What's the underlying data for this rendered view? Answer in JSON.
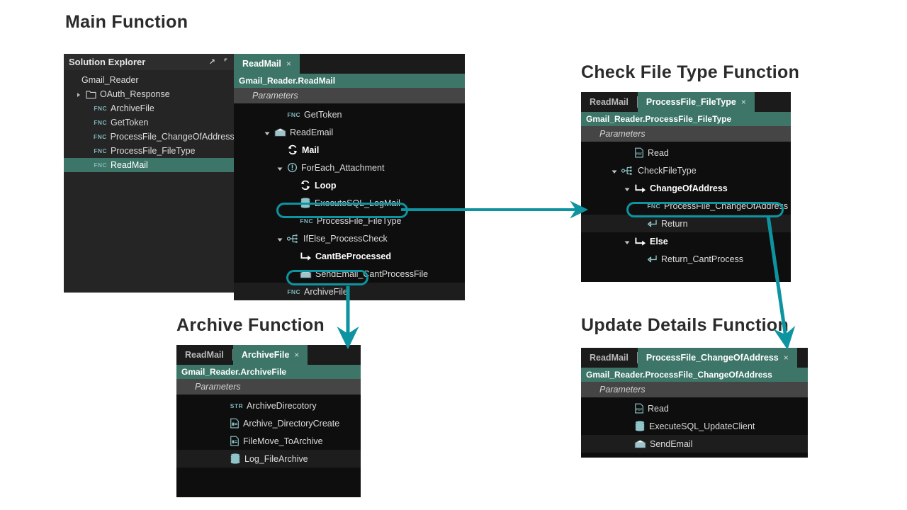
{
  "accent": "#0e94a0",
  "tab_active_color": "#3d7668",
  "sections": {
    "main": "Main Function",
    "check": "Check File Type Function",
    "archive": "Archive Function",
    "update": "Update Details Function"
  },
  "solution_explorer": {
    "title": "Solution Explorer",
    "icons": [
      "maximize-icon",
      "pin-icon"
    ],
    "items": [
      {
        "label": "Gmail_Reader",
        "icon": "project-icon",
        "indent": 0,
        "kind": "project",
        "selected": false,
        "caret": false
      },
      {
        "label": "OAuth_Response",
        "icon": "folder-icon",
        "indent": 1,
        "kind": "folder",
        "selected": false,
        "caret": true
      },
      {
        "label": "ArchiveFile",
        "icon": "fnc",
        "indent": 2,
        "kind": "function",
        "selected": false,
        "caret": false
      },
      {
        "label": "GetToken",
        "icon": "fnc",
        "indent": 2,
        "kind": "function",
        "selected": false,
        "caret": false
      },
      {
        "label": "ProcessFile_ChangeOfAddress",
        "icon": "fnc",
        "indent": 2,
        "kind": "function",
        "selected": false,
        "caret": false
      },
      {
        "label": "ProcessFile_FileType",
        "icon": "fnc",
        "indent": 2,
        "kind": "function",
        "selected": false,
        "caret": false
      },
      {
        "label": "ReadMail",
        "icon": "fnc",
        "indent": 2,
        "kind": "function",
        "selected": true,
        "caret": false
      }
    ]
  },
  "panels": {
    "readmail": {
      "tabs": [
        {
          "label": "ReadMail",
          "active": true,
          "closable": true
        }
      ],
      "breadcrumb": "Gmail_Reader.ReadMail",
      "params_label": "Parameters",
      "rows": [
        {
          "label": "GetToken",
          "icon": "fnc",
          "indent": 3,
          "caret": false,
          "bold": false,
          "alt": false
        },
        {
          "label": "ReadEmail",
          "icon": "mail-icon",
          "indent": 2,
          "caret": true,
          "bold": false,
          "alt": false
        },
        {
          "label": "Mail",
          "icon": "loop-icon",
          "indent": 3,
          "caret": false,
          "bold": true,
          "alt": false
        },
        {
          "label": "ForEach_Attachment",
          "icon": "foreach-icon",
          "indent": 3,
          "caret": true,
          "bold": false,
          "alt": false
        },
        {
          "label": "Loop",
          "icon": "loop-icon",
          "indent": 4,
          "caret": false,
          "bold": true,
          "alt": false
        },
        {
          "label": "ExecuteSQL_LogMail",
          "icon": "database-icon",
          "indent": 4,
          "caret": false,
          "bold": false,
          "alt": false
        },
        {
          "label": "ProcessFile_FileType",
          "icon": "fnc",
          "indent": 4,
          "caret": false,
          "bold": false,
          "alt": false,
          "highlight": true
        },
        {
          "label": "IfElse_ProcessCheck",
          "icon": "branch-icon",
          "indent": 3,
          "caret": true,
          "bold": false,
          "alt": false
        },
        {
          "label": "CantBeProcessed",
          "icon": "arrow-branch-icon",
          "indent": 4,
          "caret": false,
          "bold": true,
          "alt": false
        },
        {
          "label": "SendEmail_CantProcessFile",
          "icon": "mail-icon",
          "indent": 4,
          "caret": false,
          "bold": false,
          "alt": false
        },
        {
          "label": "ArchiveFile",
          "icon": "fnc",
          "indent": 3,
          "caret": false,
          "bold": false,
          "alt": true,
          "highlight": true
        }
      ]
    },
    "filetype": {
      "tabs": [
        {
          "label": "ReadMail",
          "active": false,
          "closable": false
        },
        {
          "label": "ProcessFile_FileType",
          "active": true,
          "closable": true
        }
      ],
      "breadcrumb": "Gmail_Reader.ProcessFile_FileType",
      "params_label": "Parameters",
      "rows": [
        {
          "label": "Read",
          "icon": "pdf-icon",
          "indent": 3,
          "caret": false,
          "bold": false,
          "alt": false
        },
        {
          "label": "CheckFileType",
          "icon": "branch-icon",
          "indent": 2,
          "caret": true,
          "bold": false,
          "alt": false
        },
        {
          "label": "ChangeOfAddress",
          "icon": "arrow-branch-icon",
          "indent": 3,
          "caret": true,
          "bold": true,
          "alt": false
        },
        {
          "label": "ProcessFile_ChangeOfAddress",
          "icon": "fnc",
          "indent": 4,
          "caret": false,
          "bold": false,
          "alt": false,
          "highlight": true
        },
        {
          "label": "Return",
          "icon": "return-icon",
          "indent": 4,
          "caret": false,
          "bold": false,
          "alt": true
        },
        {
          "label": "Else",
          "icon": "arrow-branch-icon",
          "indent": 3,
          "caret": true,
          "bold": true,
          "alt": false
        },
        {
          "label": "Return_CantProcess",
          "icon": "return-icon",
          "indent": 4,
          "caret": false,
          "bold": false,
          "alt": false
        }
      ]
    },
    "archivefile": {
      "tabs": [
        {
          "label": "ReadMail",
          "active": false,
          "closable": false
        },
        {
          "label": "ArchiveFile",
          "active": true,
          "closable": true
        }
      ],
      "breadcrumb": "Gmail_Reader.ArchiveFile",
      "params_label": "Parameters",
      "rows": [
        {
          "label": "ArchiveDirecotory",
          "icon": "str",
          "indent": 3,
          "caret": false,
          "bold": false,
          "alt": false
        },
        {
          "label": "Archive_DirectoryCreate",
          "icon": "file-icon",
          "indent": 3,
          "caret": false,
          "bold": false,
          "alt": false
        },
        {
          "label": "FileMove_ToArchive",
          "icon": "file-icon",
          "indent": 3,
          "caret": false,
          "bold": false,
          "alt": false
        },
        {
          "label": "Log_FileArchive",
          "icon": "database-icon",
          "indent": 3,
          "caret": false,
          "bold": false,
          "alt": true
        }
      ]
    },
    "changeofaddress": {
      "tabs": [
        {
          "label": "ReadMail",
          "active": false,
          "closable": false
        },
        {
          "label": "ProcessFile_ChangeOfAddress",
          "active": true,
          "closable": true
        }
      ],
      "breadcrumb": "Gmail_Reader.ProcessFile_ChangeOfAddress",
      "params_label": "Parameters",
      "rows": [
        {
          "label": "Read",
          "icon": "pdf-icon",
          "indent": 3,
          "caret": false,
          "bold": false,
          "alt": false
        },
        {
          "label": "ExecuteSQL_UpdateClient",
          "icon": "database-icon",
          "indent": 3,
          "caret": false,
          "bold": false,
          "alt": false
        },
        {
          "label": "SendEmail",
          "icon": "mail-icon",
          "indent": 3,
          "caret": false,
          "bold": false,
          "alt": true
        }
      ]
    }
  }
}
